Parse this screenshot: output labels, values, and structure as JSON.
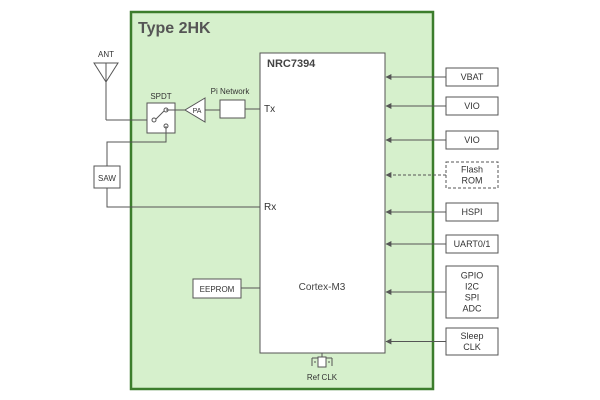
{
  "module": {
    "title": "Type 2HK",
    "border_color": "#3c7d2c",
    "fill_color": "#d6f0cc"
  },
  "chip": {
    "name": "NRC7394",
    "core": "Cortex-M3",
    "tx_label": "Tx",
    "rx_label": "Rx"
  },
  "rf": {
    "antenna_label": "ANT",
    "switch_label": "SPDT",
    "pa_label": "PA",
    "pi_network_label": "Pi Network",
    "saw_label": "SAW"
  },
  "eeprom_label": "EEPROM",
  "ref_clk_label": "Ref CLK",
  "ports": [
    {
      "lines": [
        "VBAT"
      ]
    },
    {
      "lines": [
        "VIO"
      ]
    },
    {
      "lines": [
        "VIO"
      ]
    },
    {
      "lines": [
        "Flash",
        "ROM"
      ]
    },
    {
      "lines": [
        "HSPI"
      ]
    },
    {
      "lines": [
        "UART0/1"
      ]
    },
    {
      "lines": [
        "GPIO",
        "I2C",
        "SPI",
        "ADC"
      ]
    },
    {
      "lines": [
        "Sleep",
        "CLK"
      ]
    }
  ]
}
